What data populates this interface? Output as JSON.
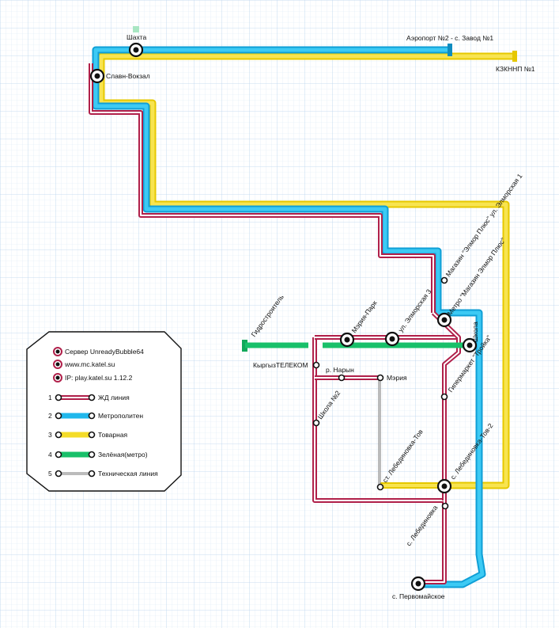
{
  "colors": {
    "rail": "#b0204a",
    "metro": "#20b8ec",
    "freight": "#f4dc28",
    "green": "#18c06a",
    "tech": "#8a8a8a",
    "grid": "#cfe2f3"
  },
  "stations": {
    "shakhta": "Шахта",
    "airport": "Аэропорт №2 - с. Завод №1",
    "kzknnp": "КЗКННП №1",
    "slavn": "Славн-Вокзал",
    "magazin": "Магазин \"Элмор Плюс\" ул. Элморская 1",
    "metro_magazin": "Метро \"Магазин Элмор Плюс\"",
    "elmor3": "ул. Элморская 3",
    "meria_park": "Мэрия-Парк",
    "gidro": "Гидростроитель",
    "kyrgyz": "КыргызТЕЛЕКОМ",
    "naryn": "р. Нарын",
    "meria": "Мэрия",
    "shkola": "Школа",
    "troika": "Гипермаркет \"Тройка\"",
    "shkola2": "Школа №2",
    "lebed_tov": "ст. Лебединовка-Тов",
    "lebed_tov2": "с. Лебединовка-Тов-2",
    "lebed": "с. Лебединовка",
    "pervomai": "с. Первомайское"
  },
  "legend": {
    "info": [
      "Сервер UnreadyBubble64",
      "www.mc.katel.su",
      "IP: play.katel.su 1.12.2"
    ],
    "lines": [
      {
        "num": "1",
        "label": "ЖД линия"
      },
      {
        "num": "2",
        "label": "Метрополитен"
      },
      {
        "num": "3",
        "label": "Товарная"
      },
      {
        "num": "4",
        "label": "Зелёная(метро)"
      },
      {
        "num": "5",
        "label": "Техническая линия"
      }
    ]
  }
}
